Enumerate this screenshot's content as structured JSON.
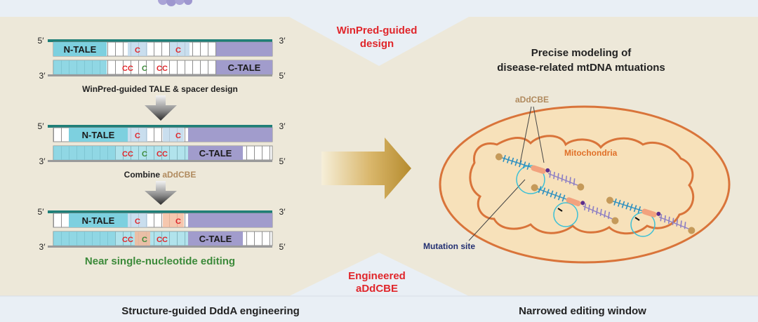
{
  "center": {
    "top_label": [
      "WinPred-guided",
      "design"
    ],
    "bottom_label": [
      "Engineered",
      "aDdCBE"
    ]
  },
  "left": {
    "prime5": "5′",
    "prime3": "3′",
    "n_tale": "N-TALE",
    "c_tale": "C-TALE",
    "base_c": "C",
    "base_cc": "CC",
    "step1_caption": "WinPred-guided TALE & spacer design",
    "step2_caption_prefix": "Combine ",
    "step2_caption_highlight": "aDdCBE",
    "result_caption": "Near single-nucleotide editing"
  },
  "right": {
    "title": [
      "Precise modeling of",
      "disease-related mtDNA mtuations"
    ],
    "enzyme_label": "aDdCBE",
    "organelle_label": "Mitochondria",
    "mutation_label": "Mutation site"
  },
  "footer": {
    "left": "Structure-guided DddA engineering",
    "right": "Narrowed editing window"
  },
  "colors": {
    "panel": "#ede8d9",
    "footer_band": "#e9eff5",
    "accent_red": "#e0262b",
    "green_text": "#3c8a3a",
    "teal_strand": "#1f7f78",
    "tale_cyan": "#7dd0df",
    "tale_purple": "#a19ccc",
    "mito_fill": "#f7e1ba",
    "mito_stroke": "#d9743a",
    "enzyme_brown": "#b08a5e",
    "mutation_navy": "#233072"
  }
}
